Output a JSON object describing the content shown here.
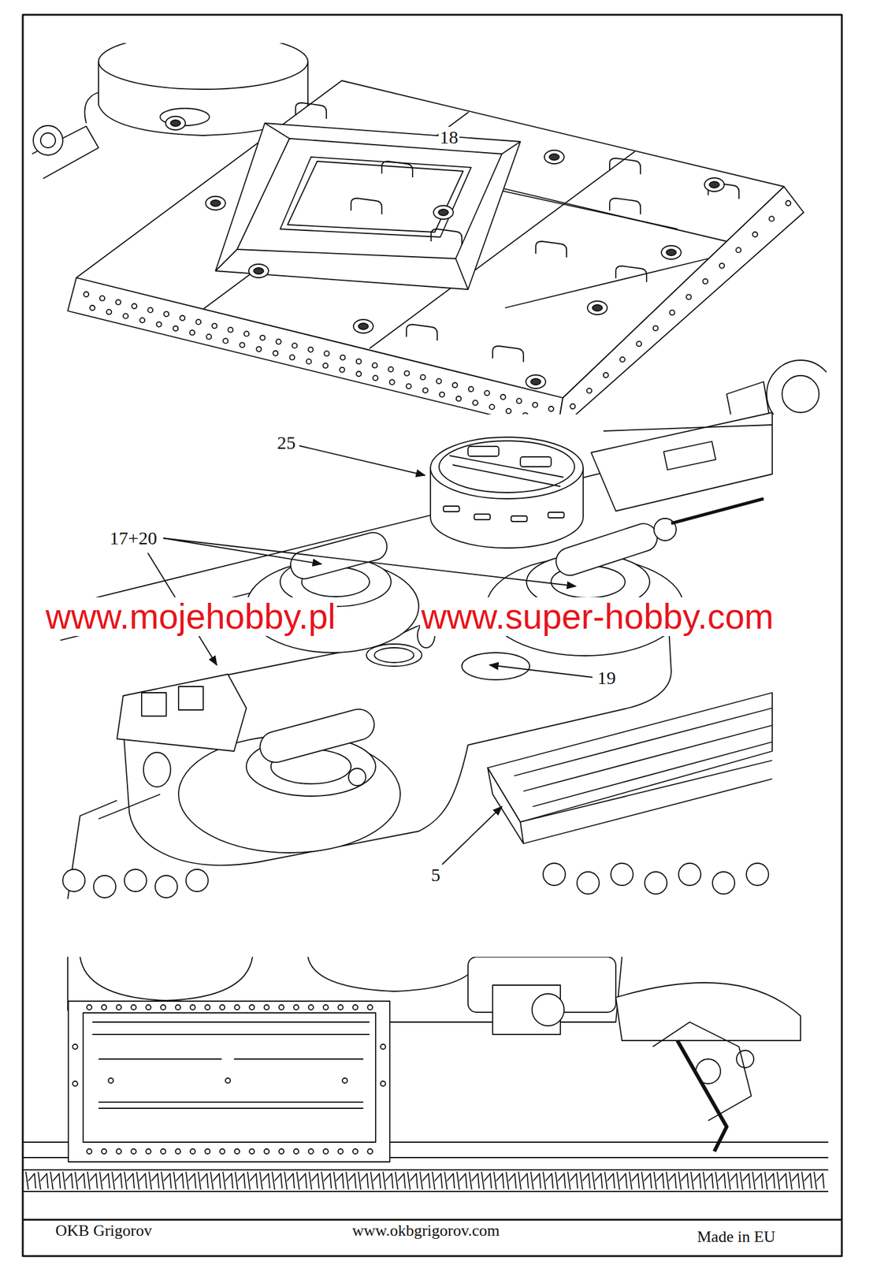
{
  "diagram": {
    "labels": [
      "18",
      "25",
      "17+20",
      "19",
      "5",
      "www.mojehobby.pl",
      "www.super-hobby.com",
      "OKB Grigorov",
      "www.okbgrigorov.com",
      "Made in EU"
    ]
  }
}
